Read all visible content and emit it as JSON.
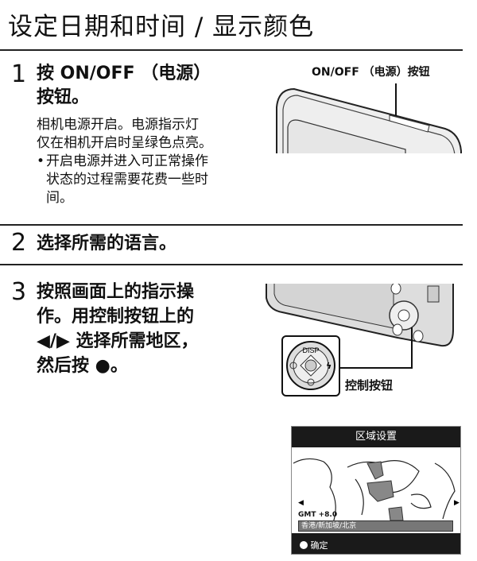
{
  "title": "设定日期和时间 / 显示颜色",
  "steps": [
    {
      "number": "1",
      "heading_line1": "按 ON/OFF （电源）",
      "heading_line2": "按钮。",
      "body_line1": "相机电源开启。电源指示灯",
      "body_line2": "仅在相机开启时呈绿色点亮。",
      "bullet": "•",
      "note_line1": "开启电源并进入可正常操作",
      "note_line2": "状态的过程需要花费一些时",
      "note_line3": "间。"
    },
    {
      "number": "2",
      "heading_line1": "选择所需的语言。"
    },
    {
      "number": "3",
      "heading_line1": "按照画面上的指示操",
      "heading_line2": "作。用控制按钮上的",
      "heading_line3": "◀/▶ 选择所需地区，",
      "heading_line4": "然后按 ●。"
    }
  ],
  "figures": {
    "power_button_label": "ON/OFF （电源）按钮",
    "control_button_label": "控制按钮",
    "dial_disp": "DISP",
    "screen": {
      "title": "区域设置",
      "gmt": "GMT +8.0",
      "region": "香港/新加坡/北京",
      "ok_label": "确定"
    }
  }
}
